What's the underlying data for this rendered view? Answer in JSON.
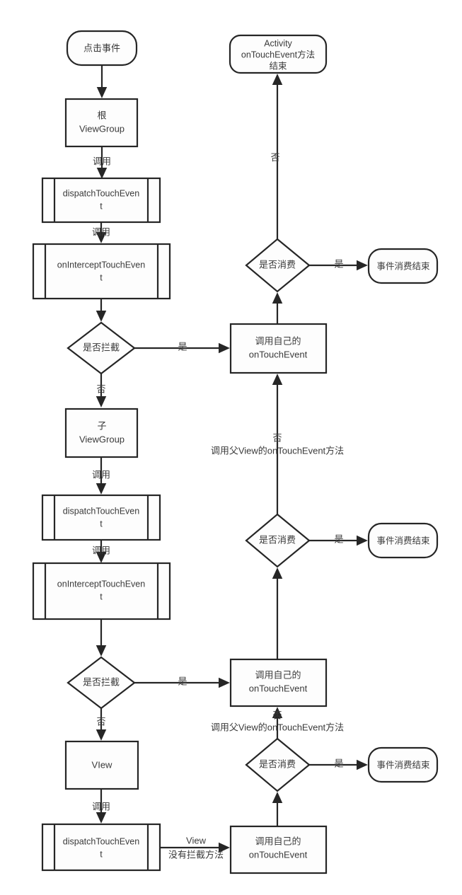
{
  "diagram": {
    "title": "Android Touch Event Dispatch Flowchart",
    "type": "flowchart",
    "colors": {
      "stroke": "#262626",
      "fill": "#fdfdfd",
      "text": "#3a3a3a",
      "background": "#ffffff"
    },
    "nodes": [
      {
        "id": "click_event",
        "shape": "terminator",
        "lines": [
          "点击事件"
        ]
      },
      {
        "id": "root_viewgroup",
        "shape": "process",
        "lines": [
          "根",
          "ViewGroup"
        ]
      },
      {
        "id": "dispatch_1",
        "shape": "predefined-process",
        "lines": [
          "dispatchTouchEven",
          "t"
        ]
      },
      {
        "id": "intercept_1",
        "shape": "predefined-process",
        "lines": [
          "onInterceptTouchEven",
          "t"
        ]
      },
      {
        "id": "intercept_decide_1",
        "shape": "decision",
        "lines": [
          "是否拦截"
        ]
      },
      {
        "id": "child_viewgroup",
        "shape": "process",
        "lines": [
          "子",
          "ViewGroup"
        ]
      },
      {
        "id": "dispatch_2",
        "shape": "predefined-process",
        "lines": [
          "dispatchTouchEven",
          "t"
        ]
      },
      {
        "id": "intercept_2",
        "shape": "predefined-process",
        "lines": [
          "onInterceptTouchEven",
          "t"
        ]
      },
      {
        "id": "intercept_decide_2",
        "shape": "decision",
        "lines": [
          "是否拦截"
        ]
      },
      {
        "id": "view",
        "shape": "process",
        "lines": [
          "VIew"
        ]
      },
      {
        "id": "dispatch_3",
        "shape": "predefined-process",
        "lines": [
          "dispatchTouchEven",
          "t"
        ]
      },
      {
        "id": "activity_end",
        "shape": "terminator",
        "lines": [
          "Activity",
          "onTouchEvent方法",
          "结束"
        ]
      },
      {
        "id": "consume_decide_1",
        "shape": "decision",
        "lines": [
          "是否消费"
        ]
      },
      {
        "id": "consumed_end_1",
        "shape": "terminator",
        "lines": [
          "事件消费结束"
        ]
      },
      {
        "id": "own_touch_1",
        "shape": "process",
        "lines": [
          "调用自己的",
          "onTouchEvent"
        ]
      },
      {
        "id": "consume_decide_2",
        "shape": "decision",
        "lines": [
          "是否消费"
        ]
      },
      {
        "id": "consumed_end_2",
        "shape": "terminator",
        "lines": [
          "事件消费结束"
        ]
      },
      {
        "id": "own_touch_2",
        "shape": "process",
        "lines": [
          "调用自己的",
          "onTouchEvent"
        ]
      },
      {
        "id": "consume_decide_3",
        "shape": "decision",
        "lines": [
          "是否消费"
        ]
      },
      {
        "id": "consumed_end_3",
        "shape": "terminator",
        "lines": [
          "事件消费结束"
        ]
      },
      {
        "id": "own_touch_3",
        "shape": "process",
        "lines": [
          "调用自己的",
          "onTouchEvent"
        ]
      }
    ],
    "edges": [
      {
        "id": "e1",
        "from": "click_event",
        "to": "root_viewgroup",
        "label": ""
      },
      {
        "id": "e2",
        "from": "root_viewgroup",
        "to": "dispatch_1",
        "label": "调用"
      },
      {
        "id": "e3",
        "from": "dispatch_1",
        "to": "intercept_1",
        "label": "调用"
      },
      {
        "id": "e4",
        "from": "intercept_1",
        "to": "intercept_decide_1",
        "label": ""
      },
      {
        "id": "e5",
        "from": "intercept_decide_1",
        "to": "own_touch_1",
        "label": "是"
      },
      {
        "id": "e6",
        "from": "intercept_decide_1",
        "to": "child_viewgroup",
        "label": "否"
      },
      {
        "id": "e7",
        "from": "child_viewgroup",
        "to": "dispatch_2",
        "label": "调用"
      },
      {
        "id": "e8",
        "from": "dispatch_2",
        "to": "intercept_2",
        "label": "调用"
      },
      {
        "id": "e9",
        "from": "intercept_2",
        "to": "intercept_decide_2",
        "label": ""
      },
      {
        "id": "e10",
        "from": "intercept_decide_2",
        "to": "own_touch_2",
        "label": "是"
      },
      {
        "id": "e11",
        "from": "intercept_decide_2",
        "to": "view",
        "label": "否"
      },
      {
        "id": "e12",
        "from": "view",
        "to": "dispatch_3",
        "label": "调用"
      },
      {
        "id": "e13",
        "from": "dispatch_3",
        "to": "own_touch_3",
        "label": "View\n没有拦截方法"
      },
      {
        "id": "e14",
        "from": "own_touch_3",
        "to": "consume_decide_3",
        "label": ""
      },
      {
        "id": "e15",
        "from": "consume_decide_3",
        "to": "consumed_end_3",
        "label": "是"
      },
      {
        "id": "e16",
        "from": "consume_decide_3",
        "to": "own_touch_2",
        "label": "否\n调用父View的onTouchEvent方法"
      },
      {
        "id": "e17",
        "from": "own_touch_2",
        "to": "consume_decide_2",
        "label": ""
      },
      {
        "id": "e18",
        "from": "consume_decide_2",
        "to": "consumed_end_2",
        "label": "是"
      },
      {
        "id": "e19",
        "from": "consume_decide_2",
        "to": "own_touch_1",
        "label": "否\n调用父View的onTouchEvent方法"
      },
      {
        "id": "e20",
        "from": "own_touch_1",
        "to": "consume_decide_1",
        "label": ""
      },
      {
        "id": "e21",
        "from": "consume_decide_1",
        "to": "consumed_end_1",
        "label": "是"
      },
      {
        "id": "e22",
        "from": "consume_decide_1",
        "to": "activity_end",
        "label": "否"
      }
    ],
    "labels": {
      "click_event": "点击事件",
      "root_view_group_l1": "根",
      "root_view_group_l2": "ViewGroup",
      "child_view_group_l1": "子",
      "child_view_group_l2": "ViewGroup",
      "dispatch_touch_event_l1": "dispatchTouchEven",
      "dispatch_touch_event_l2": "t",
      "on_intercept_touch_event_l1": "onInterceptTouchEven",
      "on_intercept_touch_event_l2": "t",
      "intercept_decision": "是否拦截",
      "consume_decision": "是否消费",
      "view": "VIew",
      "activity_end_l1": "Activity",
      "activity_end_l2": "onTouchEvent方法",
      "activity_end_l3": "结束",
      "consumed_end": "事件消费结束",
      "own_touch_l1": "调用自己的",
      "own_touch_l2": "onTouchEvent",
      "yes": "是",
      "no": "否",
      "call": "调用",
      "parent_call": "调用父View的onTouchEvent方法",
      "view_no_intercept_l1": "View",
      "view_no_intercept_l2": "没有拦截方法"
    }
  }
}
